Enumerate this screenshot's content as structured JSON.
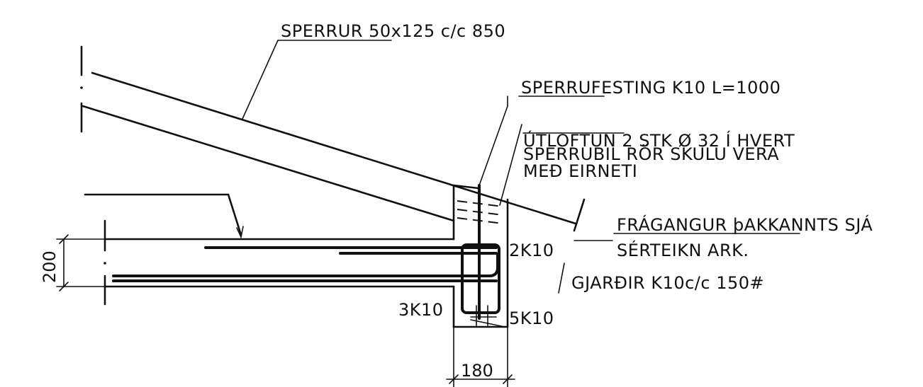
{
  "labels": {
    "sperrur": "SPERRUR 50x125 c/c 850",
    "sperrufesting": "SPERRUFESTING K10 L=1000",
    "utloftun_line1": "ÚTLOFTUN 2 STK Ø 32 Í HVERT",
    "utloftun_line2": "SPERRUBIL RÖR SKULU VERA",
    "utloftun_line3": "MEÐ EIRNETI",
    "fragangur_line1": "FRÁGANGUR þAKKANNTS SJÁ",
    "fragangur_line2": "SÉRTEIKN ARK.",
    "rebar_2k10": "2K10",
    "gjardir": "GJARÐIR K10c/c 150#",
    "rebar_3k10": "3K10",
    "rebar_5k10": "5K10"
  },
  "dimensions": {
    "slab_thickness": "200",
    "beam_width": "180"
  }
}
